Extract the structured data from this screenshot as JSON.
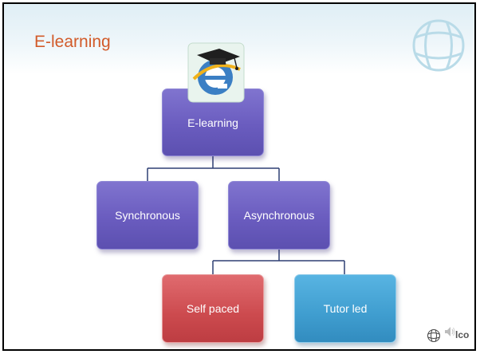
{
  "slide": {
    "title": "E-learning",
    "footer_logo_text": "lco"
  },
  "diagram": {
    "root": {
      "label": "E-learning",
      "color": "#6a5cbf"
    },
    "level2": [
      {
        "label": "Synchronous",
        "color": "#6a5cbf"
      },
      {
        "label": "Asynchronous",
        "color": "#6a5cbf"
      }
    ],
    "level3": [
      {
        "label": "Self paced",
        "color": "#cc4a4e"
      },
      {
        "label": "Tutor led",
        "color": "#3f9dcf"
      }
    ]
  },
  "icons": [
    "internet-explorer-graduation-icon",
    "globe-icon",
    "speaker-icon"
  ],
  "colors": {
    "title": "#d25b2a",
    "header_band": "#dfeef5",
    "connector": "#2e3f73"
  }
}
